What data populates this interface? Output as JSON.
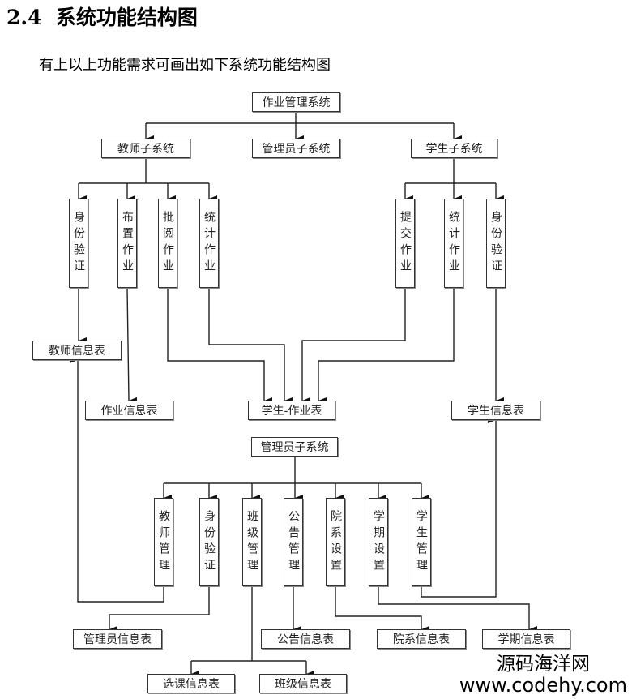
{
  "heading": {
    "number": "2.4",
    "title": "系统功能结构图"
  },
  "intro": "有上以上功能需求可画出如下系统功能结构图",
  "diagram": {
    "root": "作业管理系统",
    "teacher_sub": "教师子系统",
    "admin_sub": "管理员子系统",
    "student_sub": "学生子系统",
    "teacher_funcs": [
      "身份验证",
      "布置作业",
      "批阅作业",
      "统计作业"
    ],
    "student_funcs": [
      "提交作业",
      "统计作业",
      "身份验证"
    ],
    "tables_top": {
      "teacher_info": "教师信息表",
      "homework_info": "作业信息表",
      "student_homework": "学生-作业表",
      "student_info": "学生信息表"
    },
    "admin_sub2": "管理员子系统",
    "admin_funcs": [
      "教师管理",
      "身份验证",
      "班级管理",
      "公告管理",
      "院系设置",
      "学期设置",
      "学生管理"
    ],
    "tables_bottom": {
      "admin_info": "管理员信息表",
      "notice_info": "公告信息表",
      "dept_info": "院系信息表",
      "term_info": "学期信息表",
      "course_select_info": "选课信息表",
      "class_info": "班级信息表"
    }
  },
  "watermark": {
    "line1": "源码海洋网",
    "line2": "www.codehy.com"
  }
}
